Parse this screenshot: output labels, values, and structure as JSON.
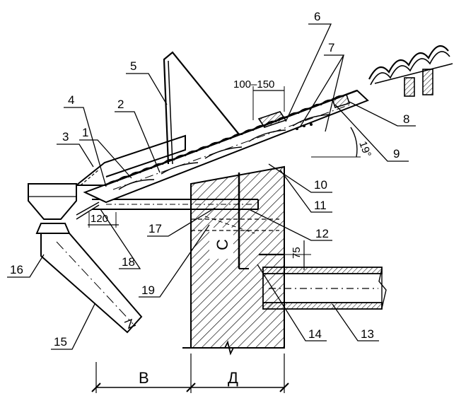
{
  "drawing": {
    "callouts": [
      "1",
      "2",
      "3",
      "4",
      "5",
      "6",
      "7",
      "8",
      "9",
      "10",
      "11",
      "12",
      "13",
      "14",
      "15",
      "16",
      "17",
      "18",
      "19"
    ],
    "dimensions": {
      "overlap": "100–150",
      "eave_offset": "120",
      "height": "75",
      "angle": "19°",
      "wall_height": "С",
      "overhang_width": "В",
      "wall_width": "Д"
    }
  }
}
